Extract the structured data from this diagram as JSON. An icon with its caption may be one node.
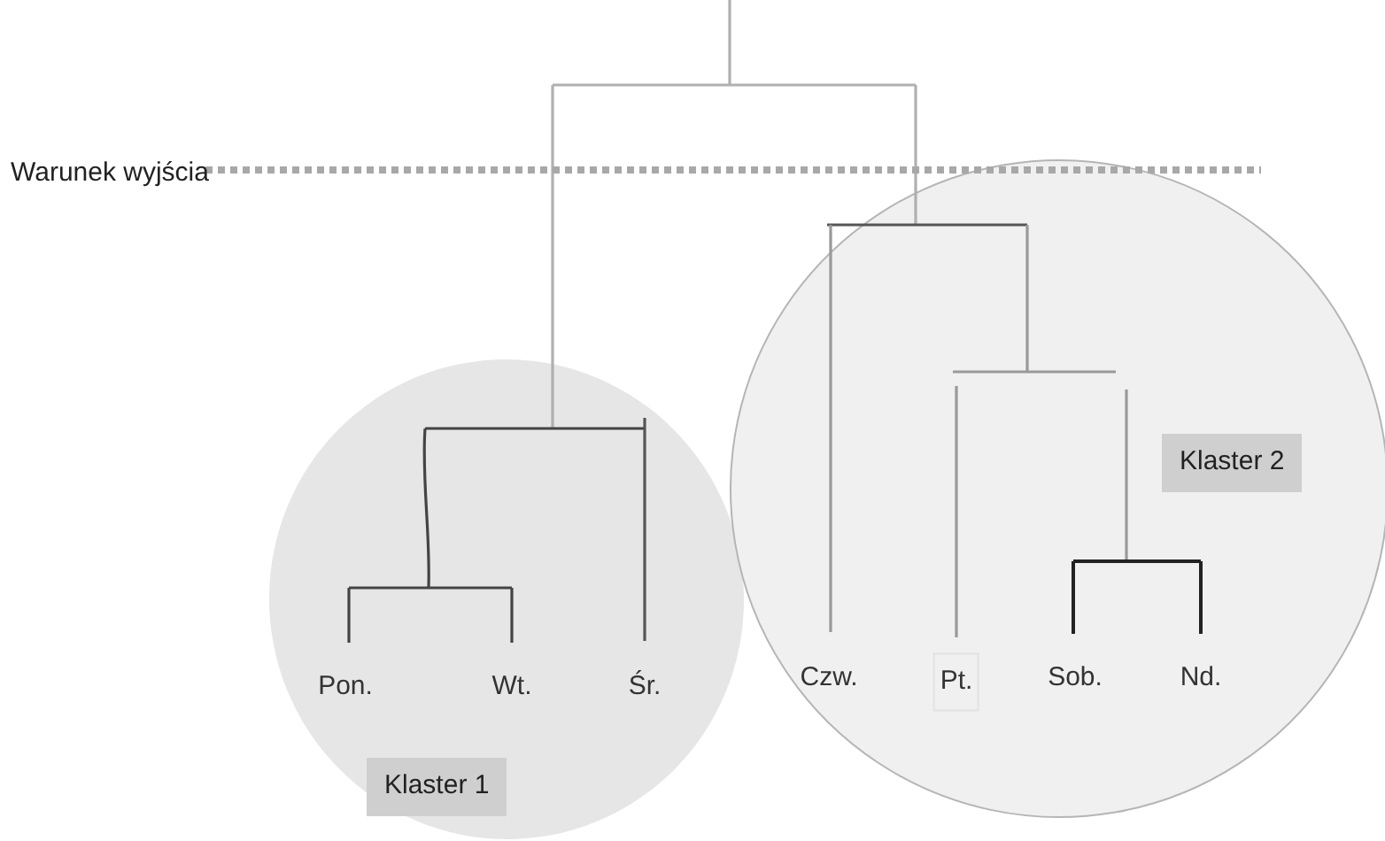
{
  "diagram": {
    "nodes": [
      {
        "text": [
          "Klaster 1"
        ]
      },
      {
        "text": [
          "Pon."
        ],
        "in": 0
      },
      {
        "text": [
          "Wt."
        ],
        "in": 0
      },
      {
        "text": [
          "Śr."
        ],
        "in": 0
      },
      {
        "text": [
          "Klaster 2"
        ]
      },
      {
        "text": [
          "Czw."
        ],
        "in": 4
      },
      {
        "text": [
          "Pt."
        ],
        "in": 4
      },
      {
        "text": [
          "Sob."
        ],
        "in": 4
      },
      {
        "text": [
          "Nd."
        ],
        "in": 4
      }
    ],
    "labels": [
      "Warunek wyjścia"
    ]
  }
}
